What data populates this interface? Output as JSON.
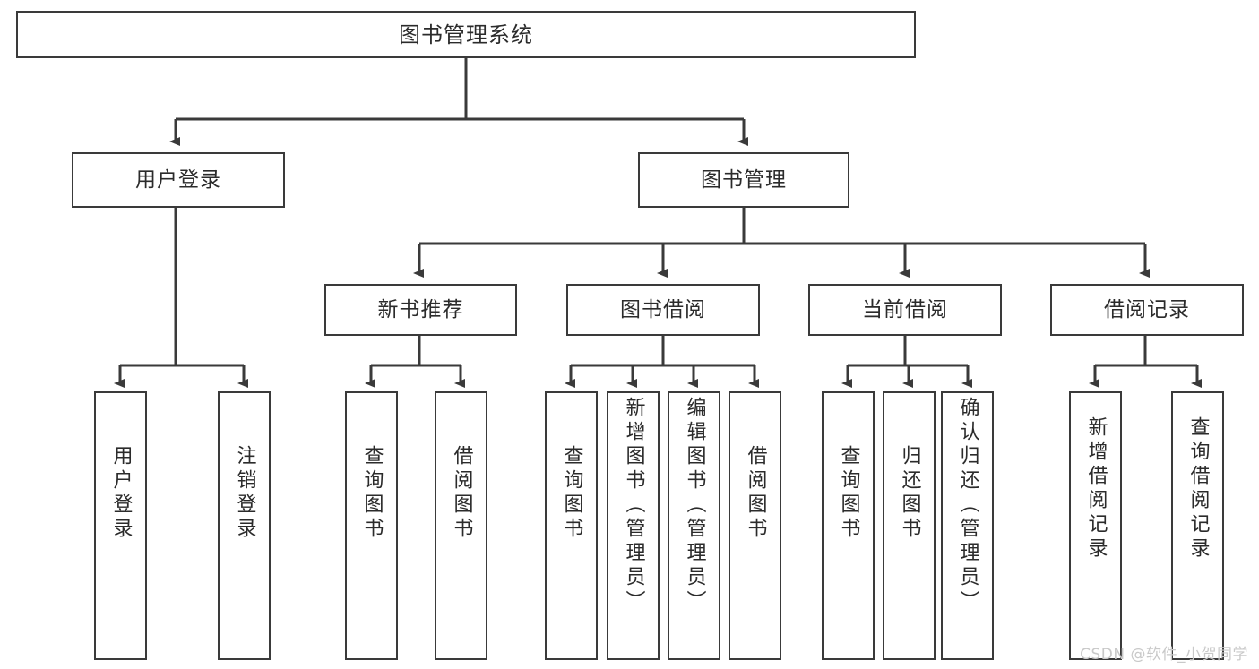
{
  "diagram": {
    "title": "图书管理系统",
    "type": "tree-hierarchy-chart",
    "watermark": "CSDN @软件_小贺同学",
    "colors": {
      "box_border": "#3a3a3a",
      "box_fill": "#ffffff",
      "text": "#2b2b2b",
      "edge": "#3a3a3a",
      "watermark": "#c9c9c9",
      "background": "#ffffff"
    },
    "nodes": {
      "root": {
        "label": "图书管理系统"
      },
      "level2": [
        {
          "id": "user-login",
          "label": "用户登录"
        },
        {
          "id": "book-management",
          "label": "图书管理"
        }
      ],
      "level3": [
        {
          "id": "new-book-recommend",
          "label": "新书推荐"
        },
        {
          "id": "book-borrow",
          "label": "图书借阅"
        },
        {
          "id": "current-borrow",
          "label": "当前借阅"
        },
        {
          "id": "borrow-record",
          "label": "借阅记录"
        }
      ],
      "leaves": {
        "user-login": [
          {
            "id": "leaf-user-login",
            "label": "用户登录"
          },
          {
            "id": "leaf-logout",
            "label": "注销登录"
          }
        ],
        "new-book-recommend": [
          {
            "id": "leaf-query-book-1",
            "label": "查询图书"
          },
          {
            "id": "leaf-borrow-book-1",
            "label": "借阅图书"
          }
        ],
        "book-borrow": [
          {
            "id": "leaf-query-book-2",
            "label": "查询图书"
          },
          {
            "id": "leaf-add-book",
            "label": "新增图书（管理员）"
          },
          {
            "id": "leaf-edit-book",
            "label": "编辑图书（管理员）"
          },
          {
            "id": "leaf-borrow-book-2",
            "label": "借阅图书"
          }
        ],
        "current-borrow": [
          {
            "id": "leaf-query-book-3",
            "label": "查询图书"
          },
          {
            "id": "leaf-return-book",
            "label": "归还图书"
          },
          {
            "id": "leaf-confirm-return",
            "label": "确认归还（管理员）"
          }
        ],
        "borrow-record": [
          {
            "id": "leaf-add-record",
            "label": "新增借阅记录"
          },
          {
            "id": "leaf-query-record",
            "label": "查询借阅记录"
          }
        ]
      }
    }
  }
}
